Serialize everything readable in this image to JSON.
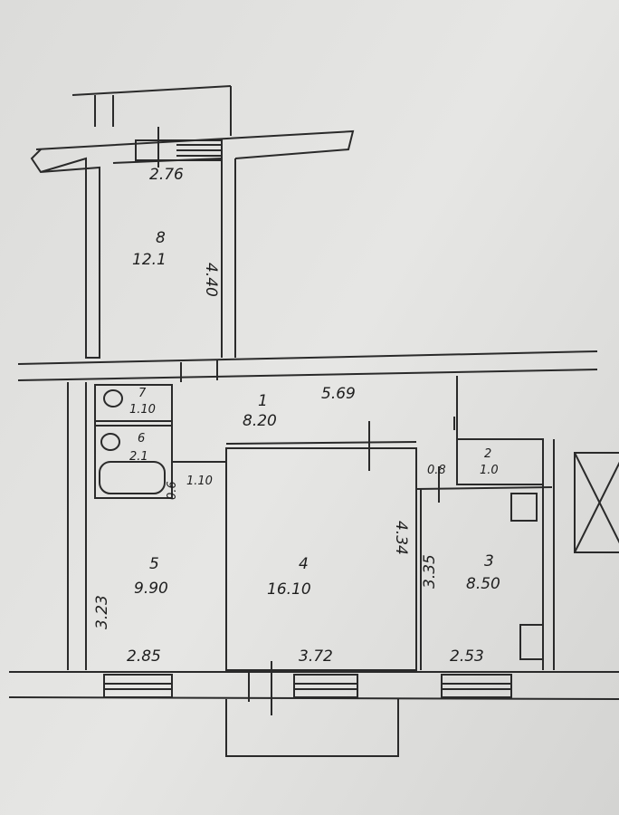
{
  "plan": {
    "rooms": [
      {
        "number": "8",
        "area": "12.1"
      },
      {
        "number": "7",
        "area": "1.10"
      },
      {
        "number": "6",
        "area": "2.1"
      },
      {
        "number": "1",
        "area": "8.20"
      },
      {
        "number": "2",
        "area": "1.0"
      },
      {
        "number": "5",
        "area": "9.90"
      },
      {
        "number": "4",
        "area": "16.10"
      },
      {
        "number": "3",
        "area": "8.50"
      }
    ],
    "dimensions": {
      "room8_width": "2.76",
      "room8_length": "4.40",
      "hall_length": "5.69",
      "corridor_width": "1.10",
      "corridor_small": "0.6",
      "room2_small": "0.8",
      "room5_length": "3.23",
      "room5_width": "2.85",
      "room4_length": "4.34",
      "room4_width": "3.72",
      "room3_length": "3.35",
      "room3_width": "2.53"
    }
  }
}
